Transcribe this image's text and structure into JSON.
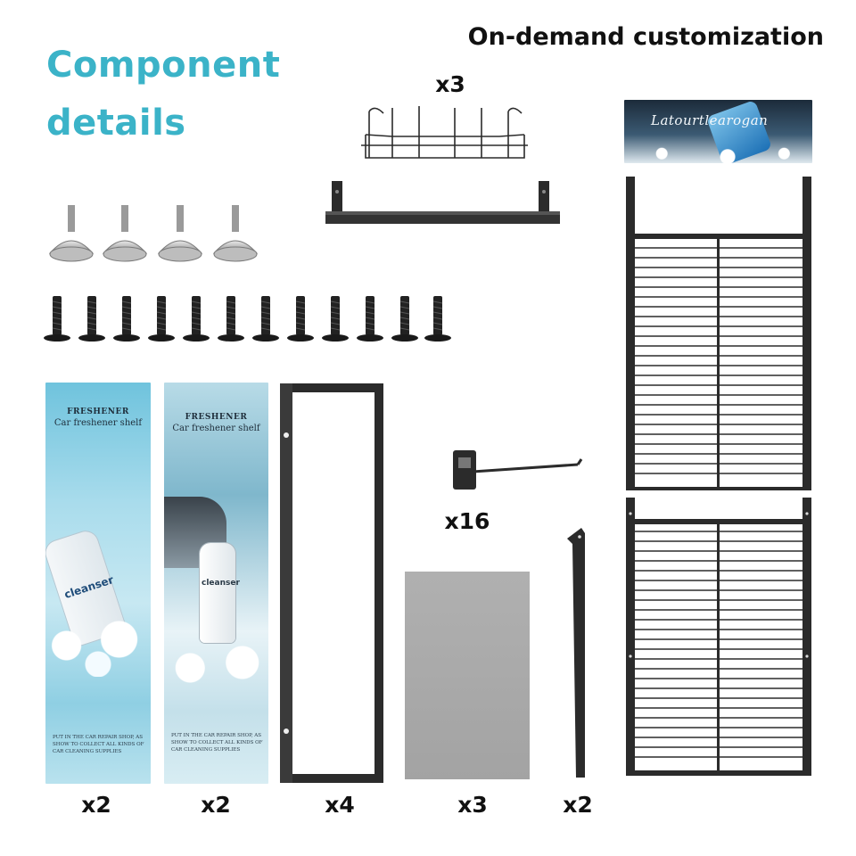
{
  "heading": {
    "line1": "Component",
    "line2": "details"
  },
  "subtitle": "On-demand customization",
  "quantities": {
    "hanging_basket": "x3",
    "hook": "x16",
    "side_banner_1": "x2",
    "side_banner_2": "x2",
    "frame": "x4",
    "shelf_panel": "x3",
    "brace": "x2"
  },
  "banners": {
    "heading": "FRESHENER",
    "subheading": "Car freshener shelf",
    "bottle_label": "cleanser",
    "footer": "PUT IN THE CAR REPAIR SHOP, AS SHOW TO COLLECT ALL KINDS OF CAR CLEANING SUPPLIES"
  },
  "top_sign": {
    "text": "Latourtlearogan"
  },
  "colors": {
    "heading": "#3bb3c8",
    "metal": "#2b2b2b",
    "panel": "#a9a9a9",
    "banner_bg": "#9fd4e6"
  }
}
